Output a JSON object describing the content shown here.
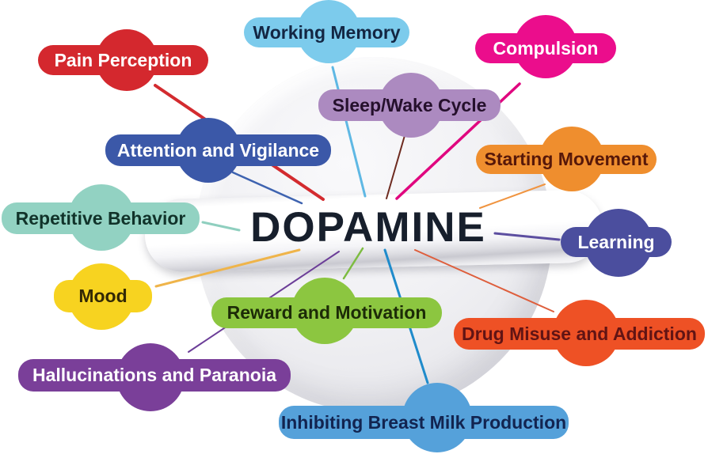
{
  "center": {
    "label": "DOPAMINE",
    "text_color": "#171F2C"
  },
  "nodes": [
    {
      "id": "working-memory",
      "label": "Working Memory",
      "color": "#7CCBEC",
      "text_color": "#132643",
      "line_color": "#5FB8E4"
    },
    {
      "id": "pain-perception",
      "label": "Pain Perception",
      "color": "#D4282E",
      "text_color": "#FFFFFF",
      "line_color": "#D32B2F"
    },
    {
      "id": "compulsion",
      "label": "Compulsion",
      "color": "#EB0D8C",
      "text_color": "#FFFFFF",
      "line_color": "#E0077F"
    },
    {
      "id": "sleep-wake-cycle",
      "label": "Sleep/Wake Cycle",
      "color": "#AC8AC0",
      "text_color": "#25102C",
      "line_color": "#6E2B20"
    },
    {
      "id": "attention-and-vigilance",
      "label": "Attention and Vigilance",
      "color": "#3B58A8",
      "text_color": "#FFFFFF",
      "line_color": "#3E63B0"
    },
    {
      "id": "starting-movement",
      "label": "Starting Movement",
      "color": "#EF8E2E",
      "text_color": "#571809",
      "line_color": "#F09440"
    },
    {
      "id": "repetitive-behavior",
      "label": "Repetitive Behavior",
      "color": "#92D2C2",
      "text_color": "#11332A",
      "line_color": "#8FCFBF"
    },
    {
      "id": "learning",
      "label": "Learning",
      "color": "#4B4E9E",
      "text_color": "#FFFFFF",
      "line_color": "#5C4EA0"
    },
    {
      "id": "mood",
      "label": "Mood",
      "color": "#F7D320",
      "text_color": "#332905",
      "line_color": "#EFB44A"
    },
    {
      "id": "reward-and-motivation",
      "label": "Reward and Motivation",
      "color": "#8CC640",
      "text_color": "#1C2B07",
      "line_color": "#7DBC41"
    },
    {
      "id": "drug-misuse-and-addiction",
      "label": "Drug Misuse and Addiction",
      "color": "#EE5125",
      "text_color": "#611414",
      "line_color": "#DE5E3C"
    },
    {
      "id": "hallucinations-and-paranoia",
      "label": "Hallucinations and Paranoia",
      "color": "#7A3F99",
      "text_color": "#FFFFFF",
      "line_color": "#6C3E98"
    },
    {
      "id": "inhibiting-breast-milk-production",
      "label": "Inhibiting Breast Milk Production",
      "color": "#55A1DA",
      "text_color": "#122450",
      "line_color": "#1F8BCB"
    }
  ]
}
